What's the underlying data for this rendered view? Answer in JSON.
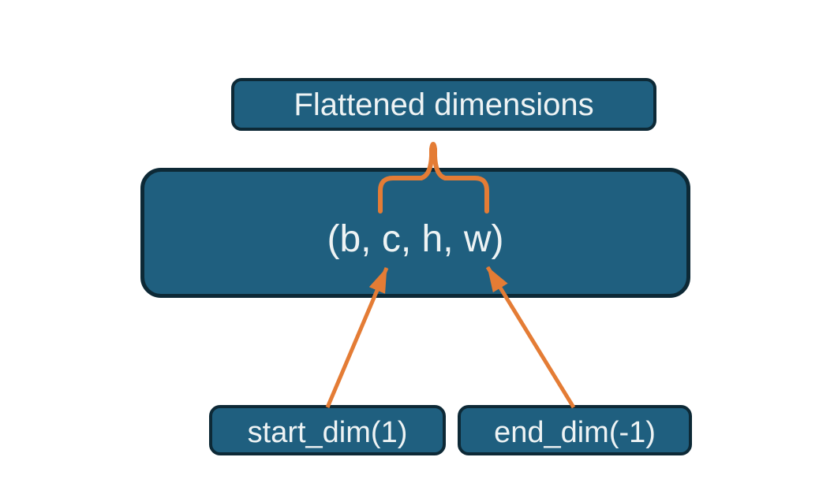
{
  "diagram": {
    "title": "Flatten dimensions diagram",
    "nodes": {
      "flattened": {
        "label": "Flattened dimensions"
      },
      "tensor_shape": {
        "label": "(b, c, h, w)"
      },
      "start_dim": {
        "label": "start_dim(1)"
      },
      "end_dim": {
        "label": "end_dim(-1)"
      }
    },
    "connectors": [
      {
        "type": "brace",
        "from": "flattened",
        "to": "tensor_shape",
        "meaning": "dimensions c, h, w collapse into flattened dimensions"
      },
      {
        "type": "arrow",
        "from": "start_dim",
        "to": "tensor_shape",
        "points_at": "c"
      },
      {
        "type": "arrow",
        "from": "end_dim",
        "to": "tensor_shape",
        "points_at": "w"
      }
    ]
  },
  "colors": {
    "canvas_bg": "#ffffff",
    "box_fill": "#1f5f7f",
    "box_border": "#0d2936",
    "accent_orange": "#e47c35",
    "text_color": "#eef3f4"
  }
}
